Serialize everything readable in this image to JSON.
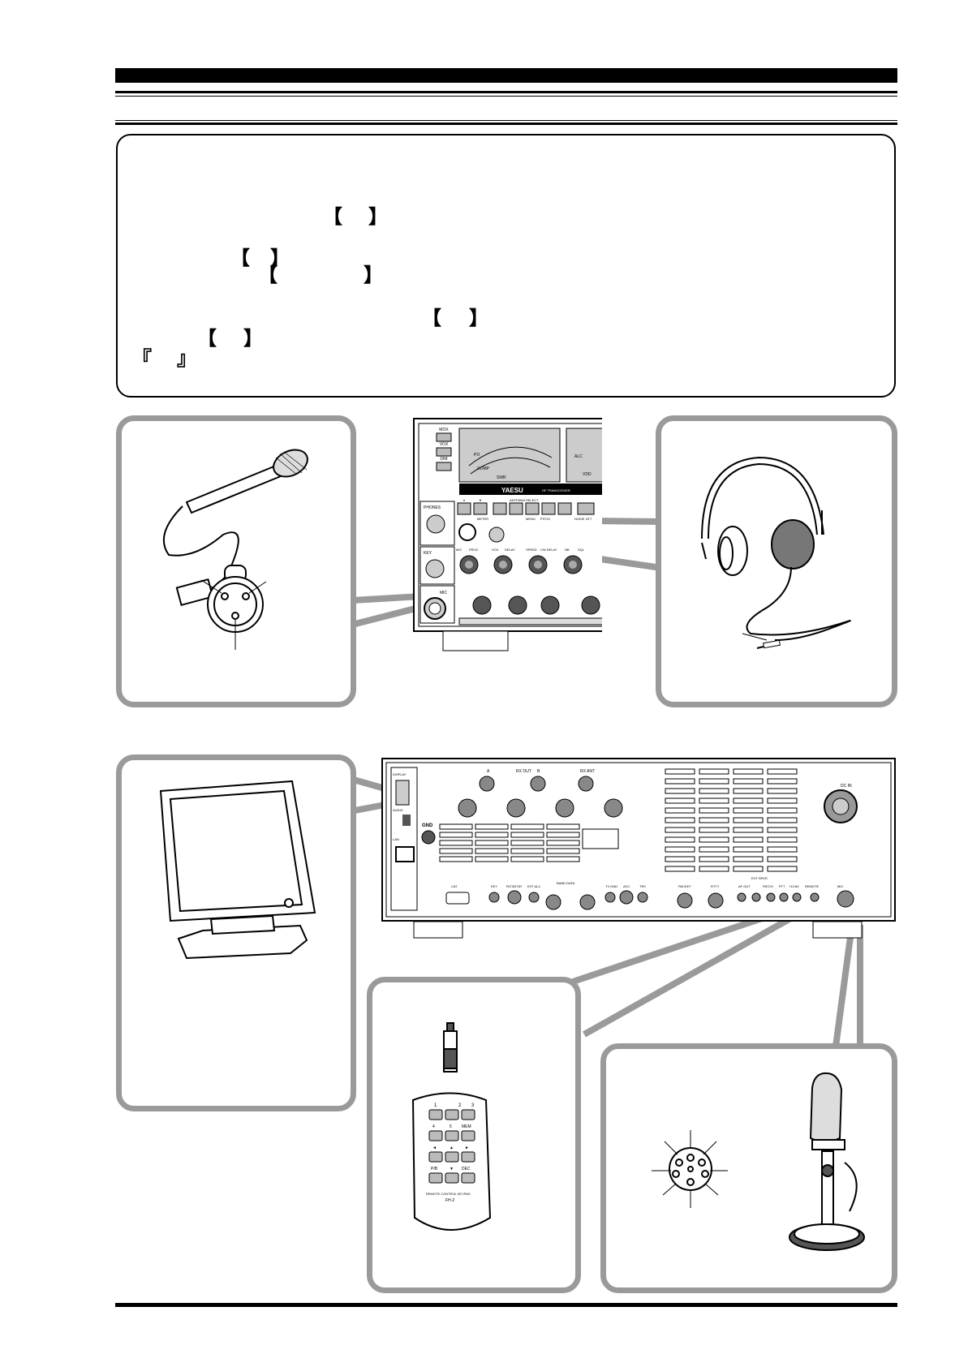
{
  "note": {
    "brackets": [
      "【",
      "】",
      "【",
      "】",
      "【",
      "】",
      "【",
      "】",
      "【",
      "】",
      "『",
      "』"
    ]
  },
  "front_panel": {
    "brand": "YAESU",
    "model_line": "HF TRANSCEIVER",
    "buttons": [
      "MOX",
      "VOX",
      "DIM"
    ],
    "jacks": [
      "PHONES",
      "KEY",
      "MIC"
    ],
    "rx_buttons": [
      "A",
      "B"
    ],
    "section_labels": [
      "ANTENNA SELECT",
      "METER",
      "MENU",
      "PITCH",
      "NOISE",
      "ATT"
    ],
    "knob_labels": [
      "MIC",
      "PROC",
      "VOX",
      "DELAY",
      "SPEED",
      "CW DELAY",
      "NB",
      "SQL"
    ],
    "meter_labels": [
      "ALC",
      "VDD",
      "PO",
      "COMP",
      "SWR"
    ]
  },
  "rear_panel": {
    "labels": {
      "rx_out": "RX OUT",
      "rx_ant": "RX ANT",
      "gnd": "GND",
      "dc_in": "DC IN",
      "cat": "CAT",
      "key": "KEY",
      "rotator": "ROTATOR",
      "ext_alc": "EXT ALC",
      "band_data": "BAND DATA",
      "tx_gnd": "TX GND",
      "acc": "ACC",
      "trv": "TRV",
      "packet": "PACKET",
      "rtty": "RTTY",
      "af_out": "AF OUT",
      "ext_spkr": "EXT SPKR",
      "patch": "PATCH",
      "ptt": "PTT",
      "tuner": "+13.8V",
      "remote": "REMOTE",
      "mic": "MIC",
      "display": "DISPLAY",
      "audio": "AUDIO",
      "lan": "LAN",
      "ant_a": "A",
      "ant_b": "B"
    }
  },
  "remote_keypad": {
    "keys": [
      "1",
      "2",
      "3",
      "4",
      "5",
      "MEM",
      "◄",
      "▲",
      "►",
      "P/B",
      "▼",
      "DEC"
    ],
    "caption": "REMOTE CONTROL KEYPAD",
    "model": "FH-2"
  }
}
